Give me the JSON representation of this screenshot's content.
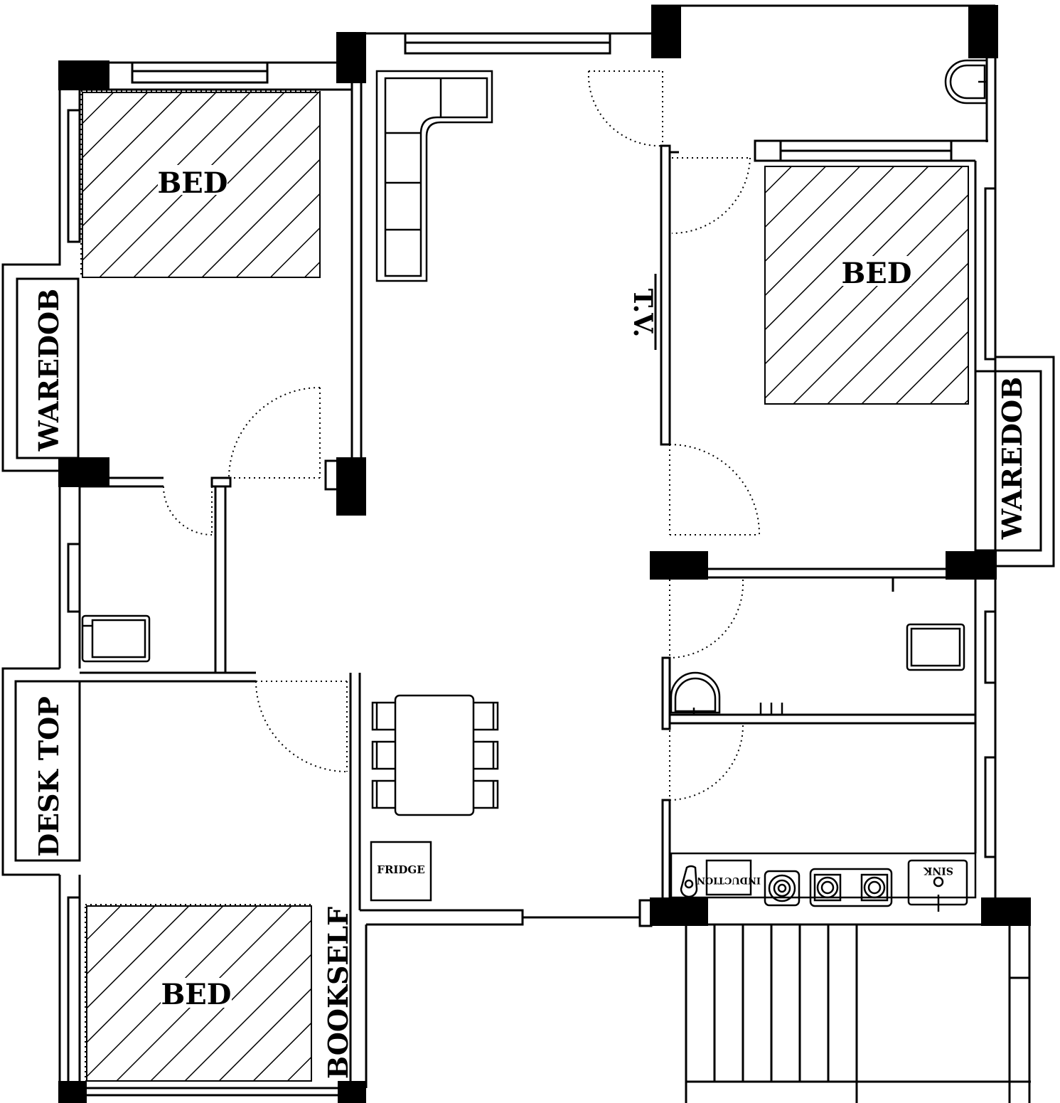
{
  "labels": {
    "bed_top_left": "BED",
    "bed_right": "BED",
    "bed_bottom_left": "BED",
    "wardrobe_left": "WAREDOB",
    "wardrobe_right": "WAREDOB",
    "desk_top": "DESK TOP",
    "bookshelf": "BOOKSELF",
    "tv": "T.V.",
    "fridge": "FRIDGE",
    "induction": "INDUCTION",
    "sink": "SINK"
  },
  "colors": {
    "line": "#000000",
    "background": "#ffffff"
  }
}
